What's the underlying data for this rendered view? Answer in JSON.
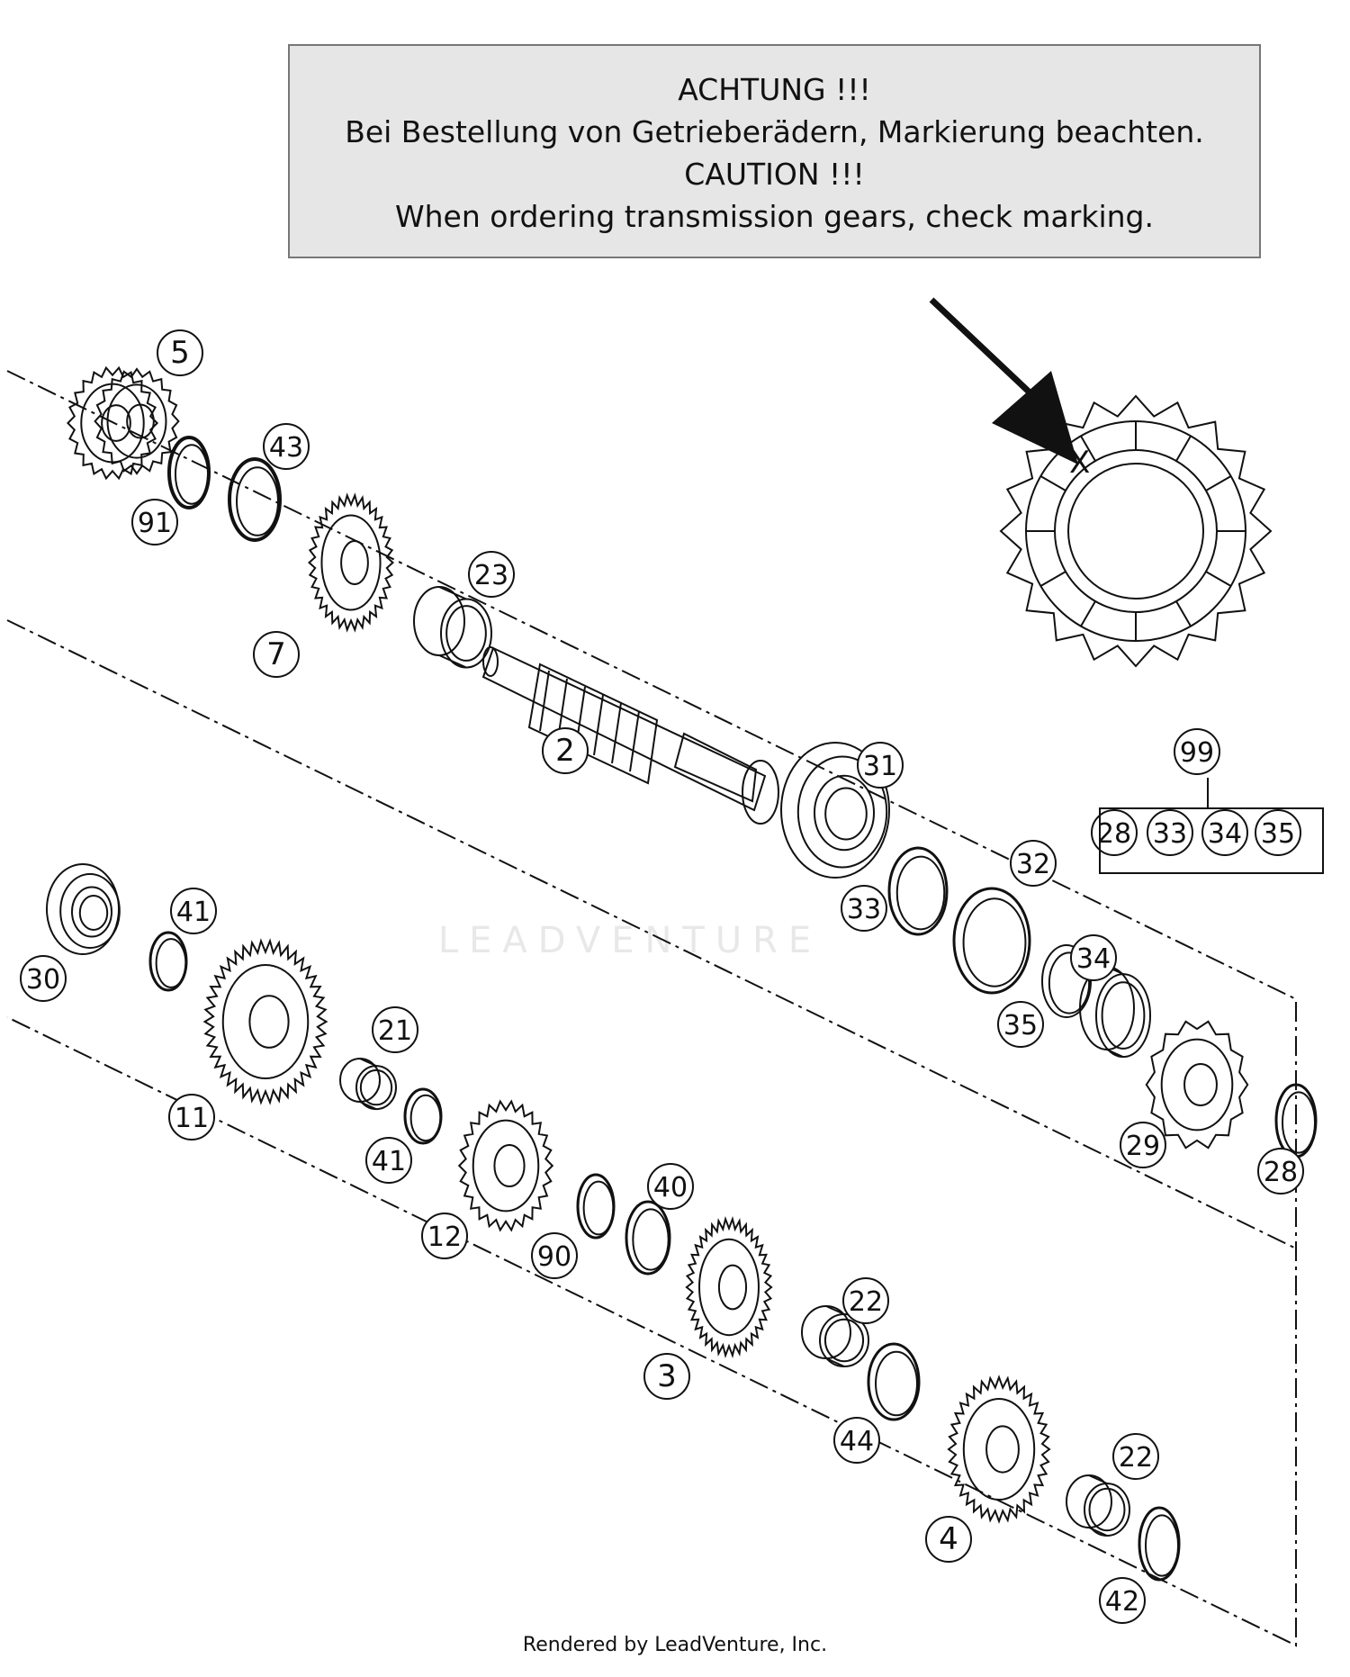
{
  "notice": {
    "line1": "ACHTUNG !!!",
    "line2": "Bei Bestellung von Getrieberädern, Markierung beachten.",
    "line3": "CAUTION !!!",
    "line4": "When ordering transmission gears, check marking."
  },
  "callouts": [
    "5",
    "91",
    "43",
    "7",
    "23",
    "2",
    "31",
    "99",
    "28",
    "33",
    "34",
    "35",
    "32",
    "33",
    "34",
    "35",
    "29",
    "28",
    "30",
    "41",
    "11",
    "21",
    "41",
    "12",
    "90",
    "40",
    "3",
    "22",
    "44",
    "4",
    "22",
    "42"
  ],
  "kit_marker": "X",
  "watermark": "LEADVENTURE",
  "footer": "Rendered by LeadVenture, Inc.",
  "colors": {
    "line": "#111111",
    "notice_bg": "#e6e6e6",
    "watermark": "#e8e8e8"
  }
}
